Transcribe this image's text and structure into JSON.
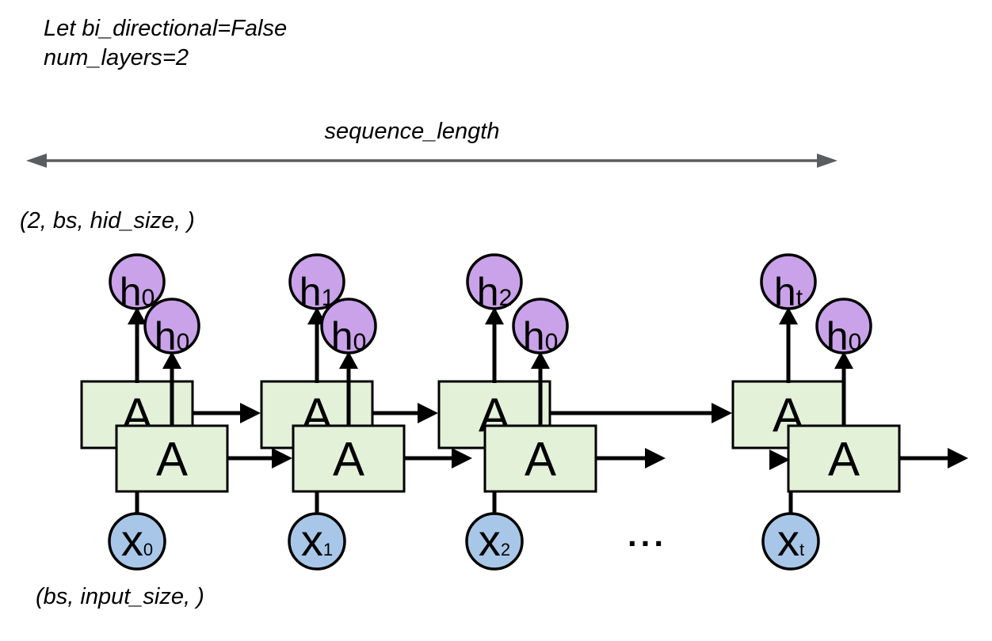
{
  "note": {
    "line1": "Let bi_directional=False",
    "line2": "num_layers=2"
  },
  "sequence_label": "sequence_length",
  "hidden_shape_label": "(2, bs, hid_size, )",
  "input_shape_label": "(bs, input_size, )",
  "ellipsis": "...",
  "colors": {
    "cell_fill": "#e3f1d9",
    "cell_stroke": "#000000",
    "hidden_fill": "#c9a2e9",
    "input_fill": "#a8c7e8",
    "circle_stroke": "#000000",
    "arrow_black": "#000000",
    "sequence_arrow": "#5b5c5e"
  },
  "diagram": {
    "num_layers_shown": 2,
    "cell_label": "A",
    "columns": [
      {
        "top_hidden_base": "h",
        "top_hidden_sub": "0",
        "layer1_hidden_base": "h",
        "layer1_hidden_sub": "0",
        "input_base": "x",
        "input_sub": "0"
      },
      {
        "top_hidden_base": "h",
        "top_hidden_sub": "1",
        "layer1_hidden_base": "h",
        "layer1_hidden_sub": "0",
        "input_base": "x",
        "input_sub": "1"
      },
      {
        "top_hidden_base": "h",
        "top_hidden_sub": "2",
        "layer1_hidden_base": "h",
        "layer1_hidden_sub": "0",
        "input_base": "x",
        "input_sub": "2"
      },
      {
        "top_hidden_base": "h",
        "top_hidden_sub": "t",
        "layer1_hidden_base": "h",
        "layer1_hidden_sub": "0",
        "input_base": "x",
        "input_sub": "t"
      }
    ]
  }
}
